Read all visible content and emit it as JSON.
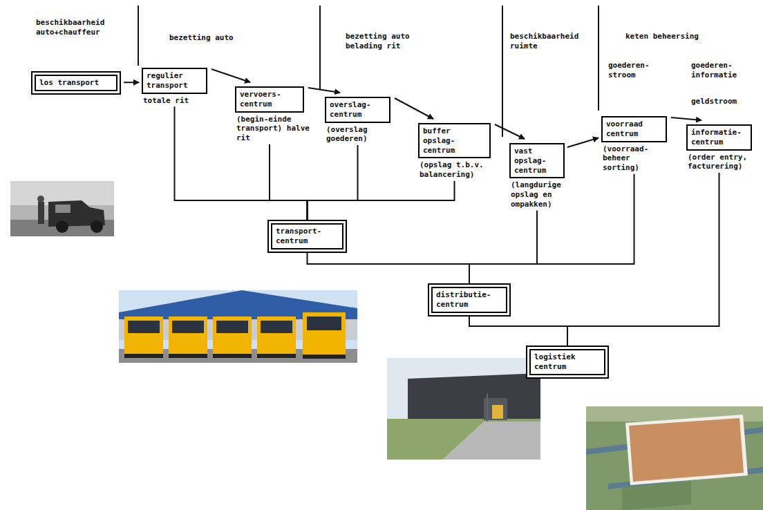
{
  "diagram": {
    "nodes": [
      {
        "text": [
          "los transport"
        ]
      },
      {
        "text": [
          "regulier transport",
          "totale rit"
        ]
      },
      {
        "text": [
          "vervoers-centrum",
          "(begin-einde transport) halve rit"
        ]
      },
      {
        "text": [
          "overslag-centrum",
          "(overslag goederen)"
        ]
      },
      {
        "text": [
          "buffer opslag-centrum",
          "(opslag t.b.v. balancering)"
        ]
      },
      {
        "text": [
          "vast opslag-centrum",
          "(langdurige opslag en ompakken)"
        ]
      },
      {
        "text": [
          "voorraad centrum",
          "(voorraad-beheer sorting)"
        ]
      },
      {
        "text": [
          "informatie-centrum",
          "(order entry, facturering)"
        ]
      },
      {
        "text": [
          "transport-centrum"
        ]
      },
      {
        "text": [
          "distributie-centrum"
        ]
      },
      {
        "text": [
          "logistiek centrum"
        ]
      }
    ],
    "edges": [
      {
        "from": 0,
        "to": 1,
        "arrow": "to"
      },
      {
        "from": 1,
        "to": 2,
        "arrow": "to"
      },
      {
        "from": 2,
        "to": 3,
        "arrow": "to"
      },
      {
        "from": 3,
        "to": 4,
        "arrow": "to"
      },
      {
        "from": 4,
        "to": 5,
        "arrow": "to"
      },
      {
        "from": 5,
        "to": 6,
        "arrow": "to"
      },
      {
        "from": 6,
        "to": 7,
        "arrow": "to"
      },
      {
        "from": 1,
        "to": 8,
        "arrow": "none"
      },
      {
        "from": 2,
        "to": 8,
        "arrow": "none"
      },
      {
        "from": 3,
        "to": 8,
        "arrow": "none"
      },
      {
        "from": 4,
        "to": 8,
        "arrow": "none"
      },
      {
        "from": 8,
        "to": 9,
        "arrow": "none"
      },
      {
        "from": 5,
        "to": 9,
        "arrow": "none"
      },
      {
        "from": 6,
        "to": 9,
        "arrow": "none"
      },
      {
        "from": 9,
        "to": 10,
        "arrow": "none"
      },
      {
        "from": 7,
        "to": 10,
        "arrow": "none"
      }
    ],
    "labels": [
      "beschikbaarheid auto+chauffeur",
      "bezetting auto",
      "bezetting auto belading rit",
      "beschikbaarheid ruimte",
      "keten beheersing",
      "goederen-stroom",
      "goederen-informatie",
      "geldstroom"
    ]
  }
}
